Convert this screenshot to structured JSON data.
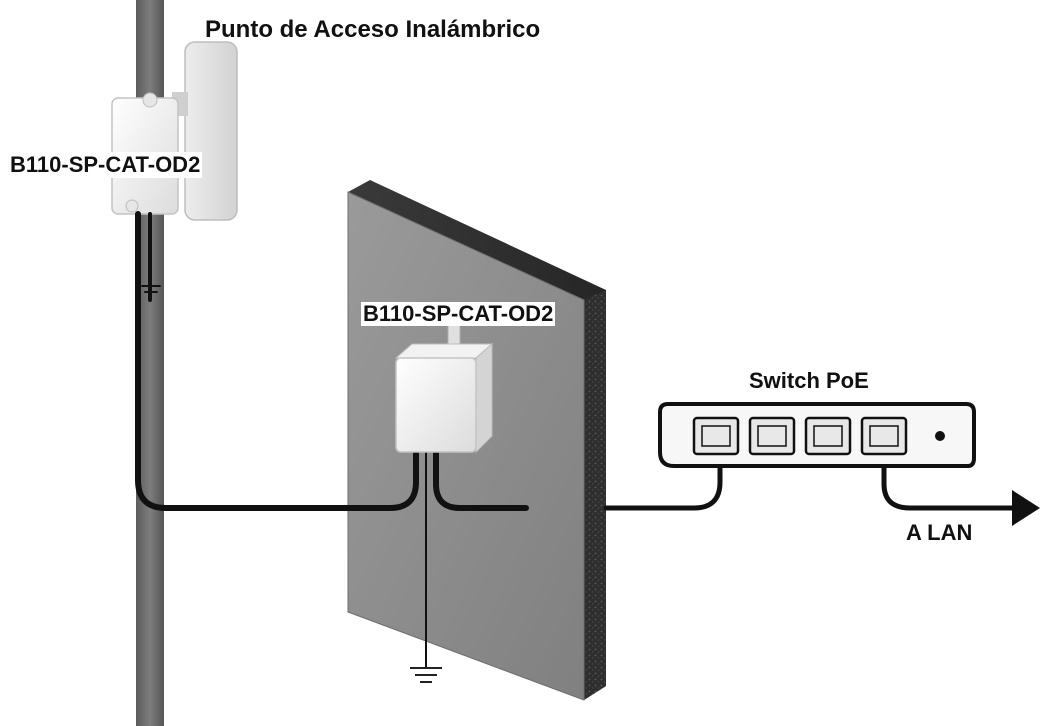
{
  "labels": {
    "access_point": "Punto de Acceso Inalámbrico",
    "pole_protector": "B110-SP-CAT-OD2",
    "wall_protector": "B110-SP-CAT-OD2",
    "switch": "Switch PoE",
    "lan": "A LAN"
  },
  "icons": {
    "access_point": "antenna-panel-icon",
    "surge_protector": "junction-box-icon",
    "switch": "poe-switch-icon",
    "ground": "ground-symbol-icon",
    "arrow": "arrow-right-icon"
  },
  "colors": {
    "cable": "#111111",
    "pole": "#6b6b6b",
    "wall": "#8f8f8f",
    "device": "#f4f4f4"
  }
}
